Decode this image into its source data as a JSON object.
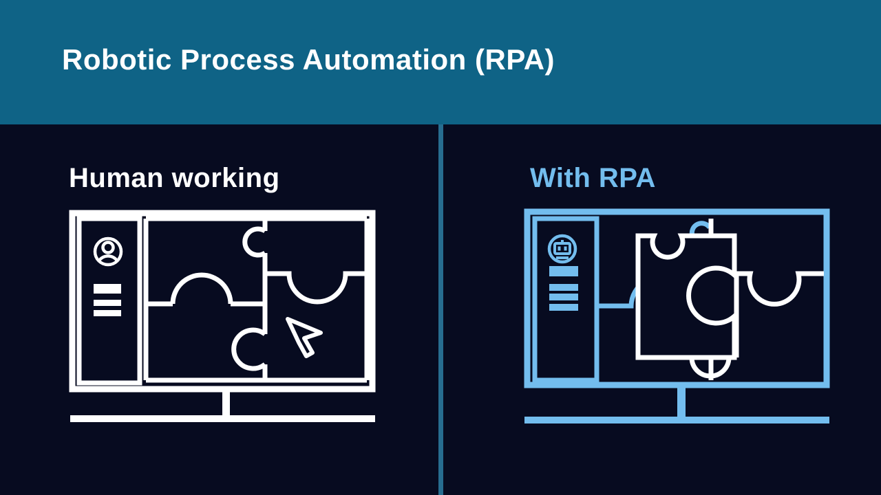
{
  "header": {
    "title": "Robotic Process Automation (RPA)"
  },
  "left_panel": {
    "title": "Human working",
    "graphic": "monitor-with-puzzle-pieces-and-cursor",
    "sidebar_icon": "user-avatar-icon",
    "sidebar_bar_count": 3
  },
  "right_panel": {
    "title": "With RPA",
    "graphic": "monitor-with-puzzle-pieces-automated",
    "sidebar_icon": "robot-icon",
    "sidebar_bar_count": 4
  },
  "icons": {
    "left_sidebar": "user-avatar-icon",
    "right_sidebar": "robot-icon",
    "pointer": "mouse-cursor-icon"
  },
  "colors": {
    "header_teal": "#0f6386",
    "divider_teal": "#276d90",
    "background_navy": "#070b20",
    "accent_light_blue": "#73bdee",
    "white": "#ffffff"
  }
}
